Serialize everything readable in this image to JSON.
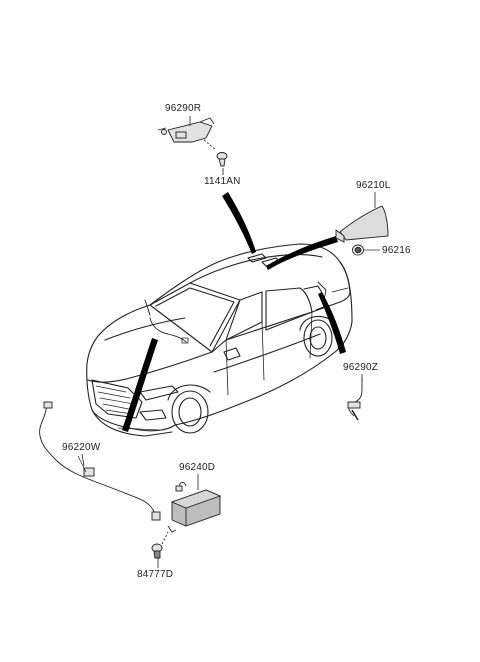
{
  "parts": {
    "p96290R": "96290R",
    "p1141AN": "1141AN",
    "p96210L": "96210L",
    "p96216": "96216",
    "p96290Z": "96290Z",
    "p96220W": "96220W",
    "p96240D": "96240D",
    "p84777D": "84777D"
  },
  "colors": {
    "line": "#222222",
    "leader": "#000000",
    "part_fill": "#d9d9d9",
    "car_body": "#ffffff"
  }
}
